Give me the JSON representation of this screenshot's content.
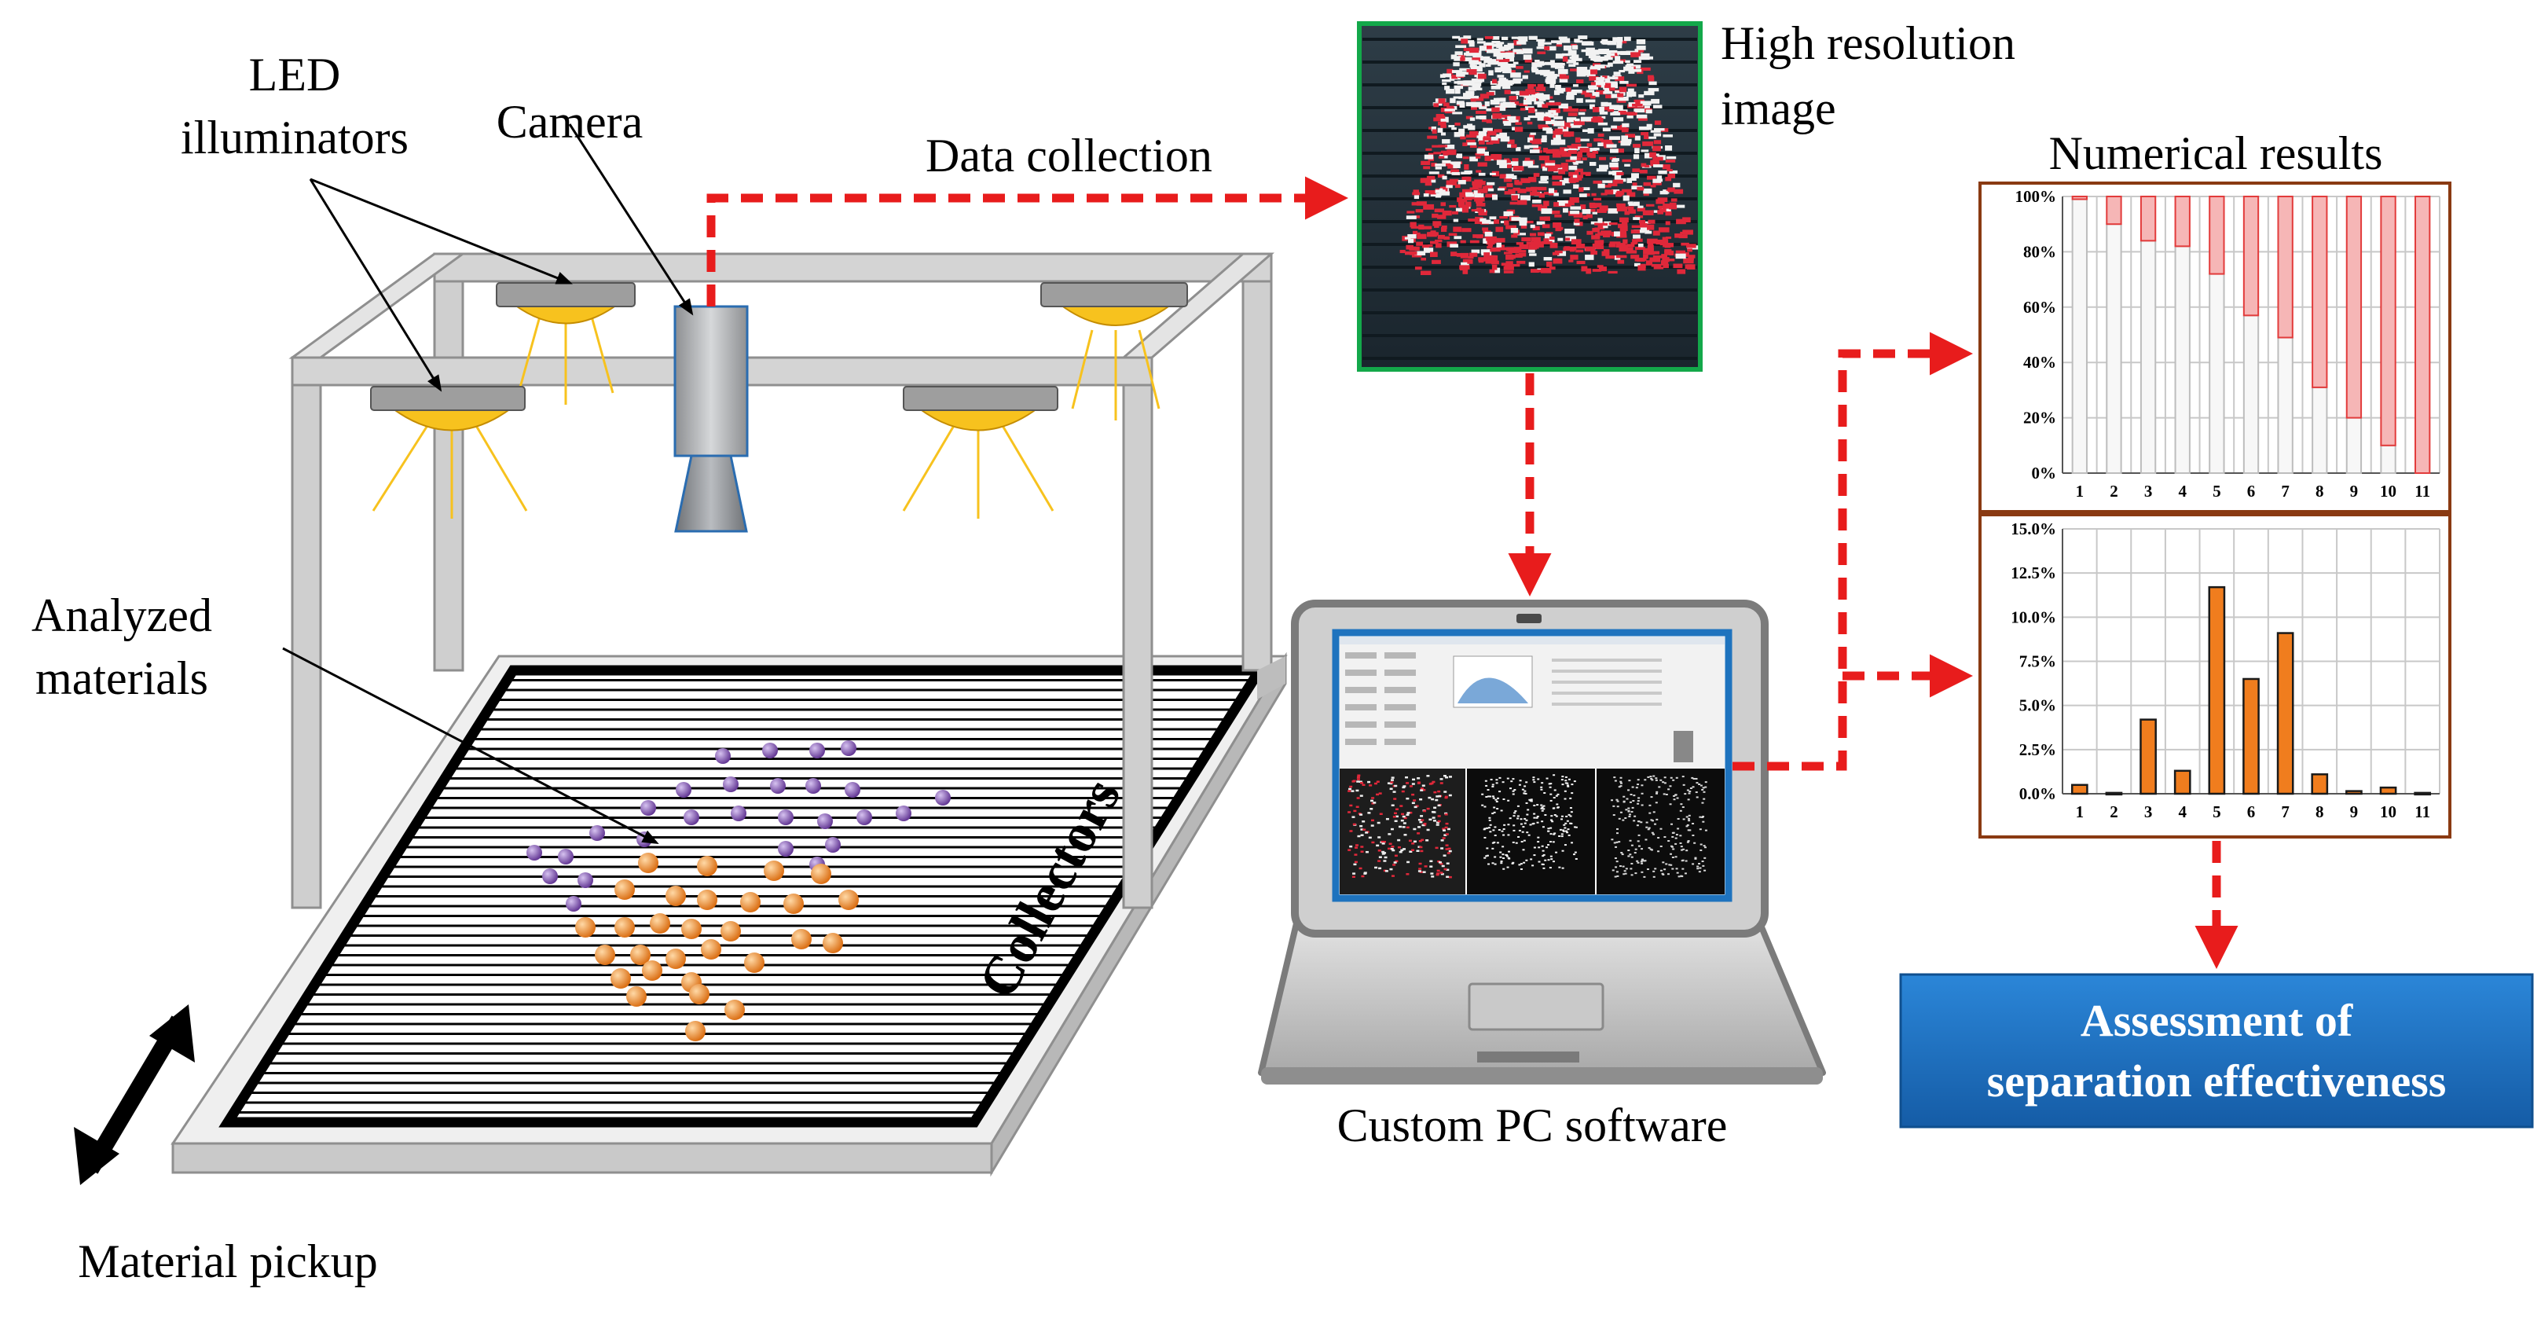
{
  "labels": {
    "led": [
      "LED",
      "illuminators"
    ],
    "camera": "Camera",
    "data_collection": "Data collection",
    "high_res": [
      "High resolution",
      "image"
    ],
    "numerical": "Numerical results",
    "analyzed": [
      "Analyzed",
      "materials"
    ],
    "collectors": "Collectors",
    "material_pickup": "Material pickup",
    "software": "Custom PC software",
    "assessment": [
      "Assessment of",
      "separation effectiveness"
    ]
  },
  "colors": {
    "arrow": "#e81c1c",
    "frame": "#c4c4c4",
    "led_glow": "#f7c21e",
    "screen_border": "#1e73be",
    "image_border": "#13a84a",
    "chart_border": "#8a3a12",
    "bar_orange": "#f07d1e",
    "bar_pink": "#f6b6b6",
    "assessment_bg": "#1d6fc2",
    "bead_orange": "#ef8a22",
    "bead_purple": "#7a4aa8"
  },
  "chart_data": [
    {
      "type": "bar",
      "categories": [
        "1",
        "2",
        "3",
        "4",
        "5",
        "6",
        "7",
        "8",
        "9",
        "10",
        "11"
      ],
      "yticks": [
        "0%",
        "20%",
        "40%",
        "60%",
        "80%",
        "100%"
      ],
      "ylim": [
        0,
        100
      ],
      "series": [
        {
          "values": [
            99,
            90,
            84,
            82,
            72,
            57,
            49,
            31,
            20,
            10,
            0
          ]
        },
        {
          "values": [
            1,
            10,
            16,
            18,
            28,
            43,
            51,
            69,
            80,
            90,
            100
          ]
        }
      ],
      "stacked": true
    },
    {
      "type": "bar",
      "categories": [
        "1",
        "2",
        "3",
        "4",
        "5",
        "6",
        "7",
        "8",
        "9",
        "10",
        "11"
      ],
      "yticks": [
        "0.0%",
        "2.5%",
        "5.0%",
        "7.5%",
        "10.0%",
        "12.5%",
        "15.0%"
      ],
      "ylim": [
        0,
        15
      ],
      "values": [
        0.5,
        0.05,
        4.2,
        1.3,
        11.7,
        6.5,
        9.1,
        1.1,
        0.15,
        0.35,
        0.05
      ]
    }
  ]
}
